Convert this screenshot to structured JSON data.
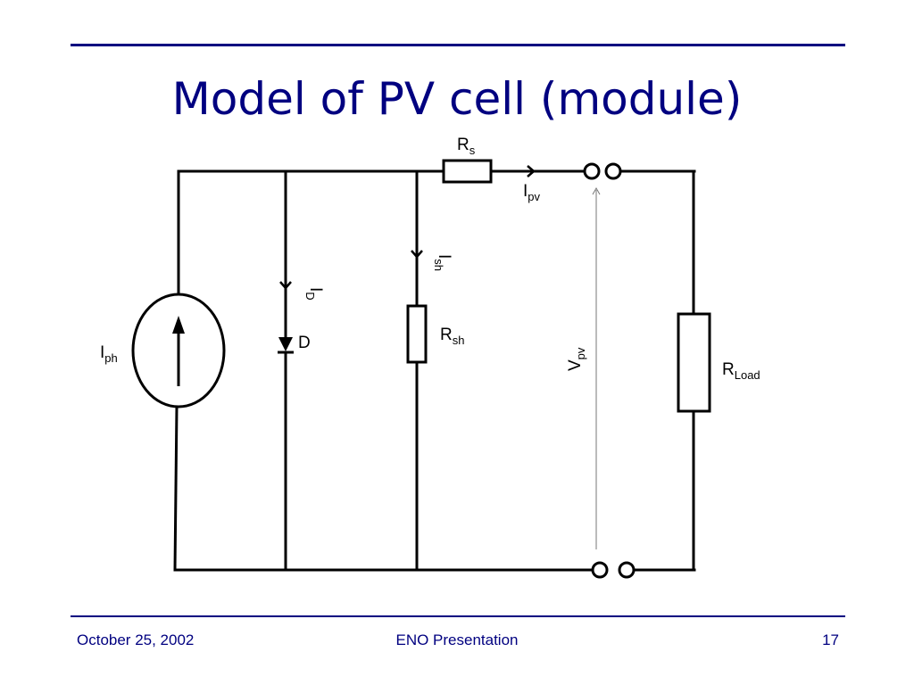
{
  "slide": {
    "title": "Model of PV cell (module)",
    "footer": {
      "date": "October 25, 2002",
      "presentation": "ENO Presentation",
      "page_number": "17"
    }
  },
  "circuit": {
    "labels": {
      "source_main": "I",
      "source_sub": "ph",
      "diode_current_main": "I",
      "diode_current_sub": "D",
      "diode_main": "D",
      "shunt_current_main": "I",
      "shunt_current_sub": "sh",
      "shunt_resistor_main": "R",
      "shunt_resistor_sub": "sh",
      "series_resistor_main": "R",
      "series_resistor_sub": "s",
      "output_current_main": "I",
      "output_current_sub": "pv",
      "output_voltage_main": "V",
      "output_voltage_sub": "pv",
      "load_resistor_main": "R",
      "load_resistor_sub": "Load"
    }
  },
  "colors": {
    "accent": "#000080",
    "circuit": "#000000"
  }
}
